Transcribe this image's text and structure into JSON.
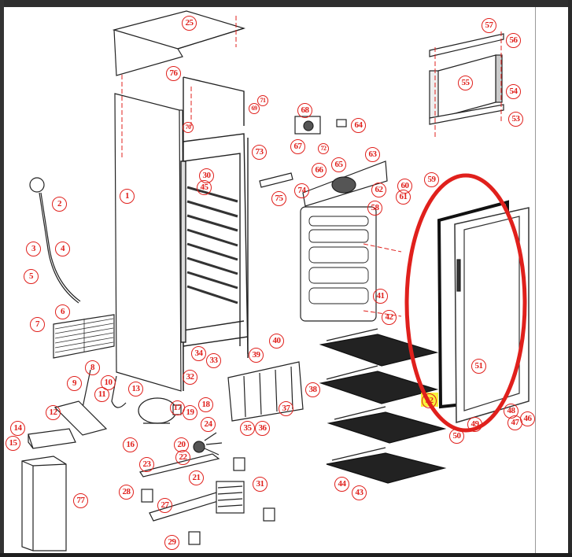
{
  "diagram": {
    "title": "Refrigerator exploded parts view",
    "accent_color": "#e0201c",
    "highlight_color": "#f7f01a",
    "callouts": [
      {
        "id": "c1",
        "label": "1"
      },
      {
        "id": "c2",
        "label": "2"
      },
      {
        "id": "c3",
        "label": "3"
      },
      {
        "id": "c4",
        "label": "4"
      },
      {
        "id": "c5",
        "label": "5"
      },
      {
        "id": "c6",
        "label": "6"
      },
      {
        "id": "c7",
        "label": "7"
      },
      {
        "id": "c8",
        "label": "8"
      },
      {
        "id": "c9",
        "label": "9"
      },
      {
        "id": "c10",
        "label": "10"
      },
      {
        "id": "c11",
        "label": "11"
      },
      {
        "id": "c12",
        "label": "12"
      },
      {
        "id": "c13",
        "label": "13"
      },
      {
        "id": "c14",
        "label": "14"
      },
      {
        "id": "c15",
        "label": "15"
      },
      {
        "id": "c16",
        "label": "16"
      },
      {
        "id": "c17",
        "label": "17"
      },
      {
        "id": "c18",
        "label": "18"
      },
      {
        "id": "c19",
        "label": "19"
      },
      {
        "id": "c20",
        "label": "20"
      },
      {
        "id": "c21",
        "label": "21"
      },
      {
        "id": "c22",
        "label": "22"
      },
      {
        "id": "c23",
        "label": "23"
      },
      {
        "id": "c24",
        "label": "24"
      },
      {
        "id": "c25",
        "label": "25"
      },
      {
        "id": "c27",
        "label": "27"
      },
      {
        "id": "c28",
        "label": "28"
      },
      {
        "id": "c29",
        "label": "29"
      },
      {
        "id": "c30",
        "label": "30"
      },
      {
        "id": "c31",
        "label": "31"
      },
      {
        "id": "c32",
        "label": "32"
      },
      {
        "id": "c33",
        "label": "33"
      },
      {
        "id": "c34",
        "label": "34"
      },
      {
        "id": "c35",
        "label": "35"
      },
      {
        "id": "c36",
        "label": "36"
      },
      {
        "id": "c37",
        "label": "37"
      },
      {
        "id": "c38",
        "label": "38"
      },
      {
        "id": "c39",
        "label": "39"
      },
      {
        "id": "c40",
        "label": "40"
      },
      {
        "id": "c41",
        "label": "41"
      },
      {
        "id": "c42",
        "label": "42"
      },
      {
        "id": "c43",
        "label": "43"
      },
      {
        "id": "c44",
        "label": "44"
      },
      {
        "id": "c45",
        "label": "45"
      },
      {
        "id": "c46",
        "label": "46"
      },
      {
        "id": "c47",
        "label": "47"
      },
      {
        "id": "c48",
        "label": "48"
      },
      {
        "id": "c49",
        "label": "49"
      },
      {
        "id": "c50",
        "label": "50"
      },
      {
        "id": "c51",
        "label": "51"
      },
      {
        "id": "c52",
        "label": "52"
      },
      {
        "id": "c53",
        "label": "53"
      },
      {
        "id": "c54",
        "label": "54"
      },
      {
        "id": "c55",
        "label": "55"
      },
      {
        "id": "c56",
        "label": "56"
      },
      {
        "id": "c57",
        "label": "57"
      },
      {
        "id": "c58",
        "label": "58"
      },
      {
        "id": "c59",
        "label": "59"
      },
      {
        "id": "c60",
        "label": "60"
      },
      {
        "id": "c61",
        "label": "61"
      },
      {
        "id": "c62",
        "label": "62"
      },
      {
        "id": "c63",
        "label": "63"
      },
      {
        "id": "c64",
        "label": "64"
      },
      {
        "id": "c65",
        "label": "65"
      },
      {
        "id": "c66",
        "label": "66"
      },
      {
        "id": "c67",
        "label": "67"
      },
      {
        "id": "c68",
        "label": "68"
      },
      {
        "id": "c69",
        "label": "69"
      },
      {
        "id": "c70",
        "label": "70"
      },
      {
        "id": "c71",
        "label": "71"
      },
      {
        "id": "c72",
        "label": "72"
      },
      {
        "id": "c73",
        "label": "73"
      },
      {
        "id": "c74",
        "label": "74"
      },
      {
        "id": "c75",
        "label": "75"
      },
      {
        "id": "c76",
        "label": "76"
      },
      {
        "id": "c77",
        "label": "77"
      }
    ],
    "annotation": {
      "type": "ellipse",
      "label": "glass door assembly highlighted"
    }
  }
}
